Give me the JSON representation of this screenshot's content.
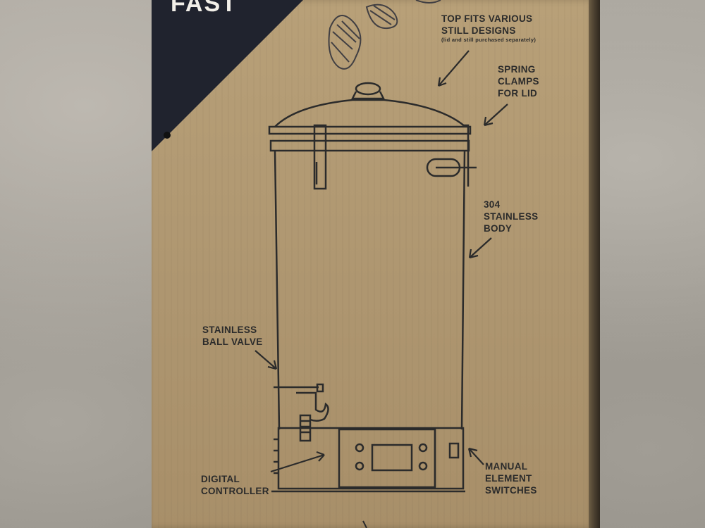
{
  "scene": {
    "description_colors": {
      "cardboard": "#b2996f",
      "ink": "#2b2b2b",
      "navy_corner": "#20232e",
      "backdrop": "#9d9991"
    }
  },
  "box": {
    "brand_word": "FAST",
    "labels": {
      "top_fits": [
        "TOP FITS VARIOUS",
        "STILL DESIGNS"
      ],
      "top_fits_note": "(lid and still purchased separately)",
      "spring_clamps": [
        "SPRING",
        "CLAMPS",
        "FOR LID"
      ],
      "stainless_body": [
        "304",
        "STAINLESS",
        "BODY"
      ],
      "ball_valve": [
        "STAINLESS",
        "BALL VALVE"
      ],
      "digital_controller": [
        "DIGITAL",
        "CONTROLLER"
      ],
      "element_switches": [
        "MANUAL",
        "ELEMENT",
        "SWITCHES"
      ]
    }
  }
}
